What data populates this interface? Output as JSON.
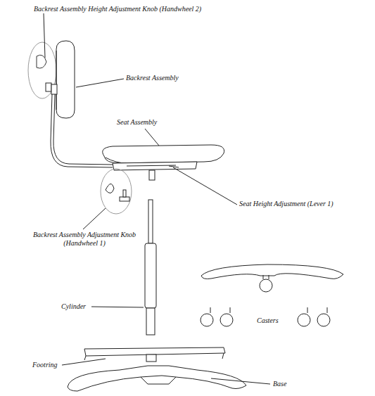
{
  "diagram": {
    "labels": [
      "Backrest Assembly Height Adjustment Knob (Handwheel 2)",
      "Backrest Assembly",
      "Seat Assembly",
      "Seat Height Adjustment (Lever 1)",
      "Backrest Assembly Adjustment Knob (Handwheel 1)",
      "Cylinder",
      "Casters",
      "Footring",
      "Base"
    ]
  }
}
